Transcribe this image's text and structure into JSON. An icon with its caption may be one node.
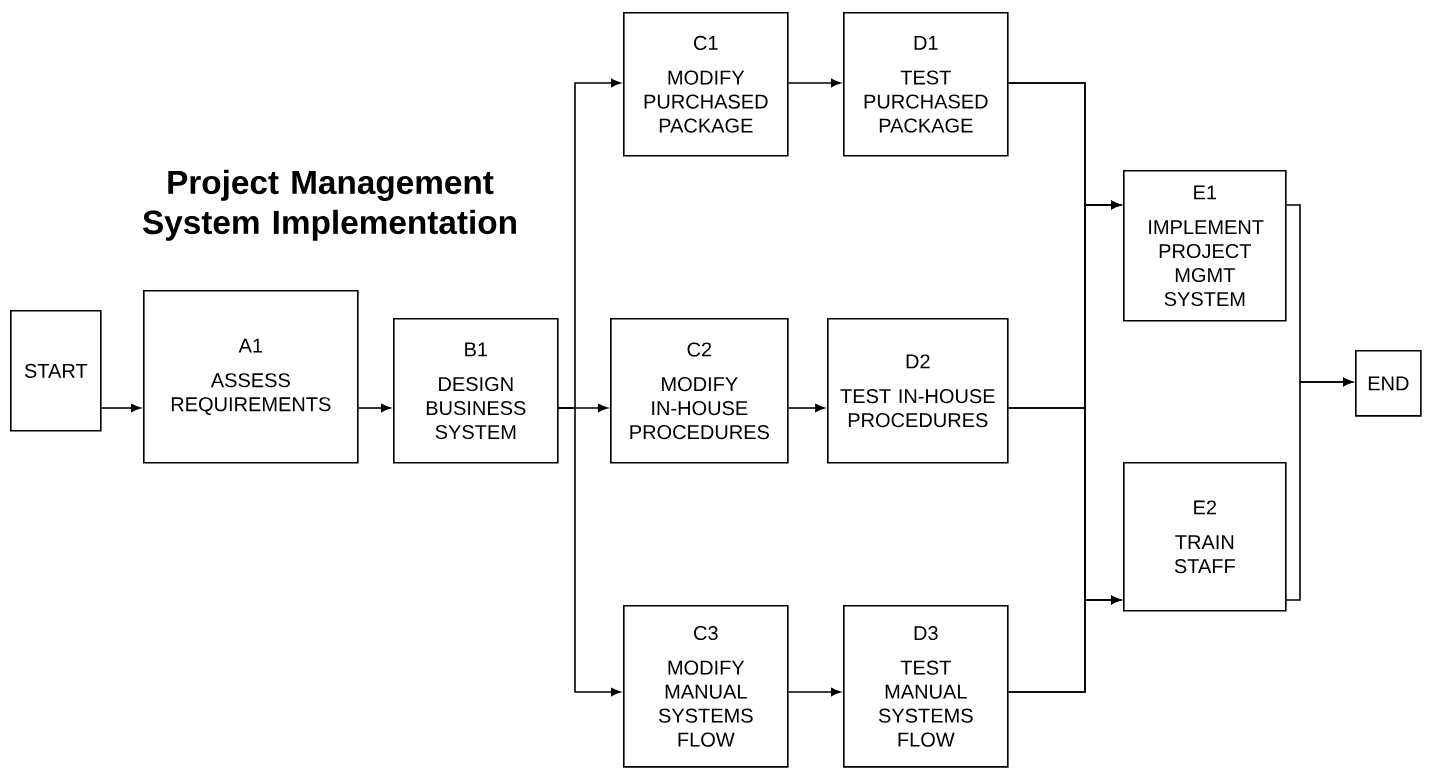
{
  "diagram": {
    "title": "Project Management System Implementation",
    "nodes": [
      {
        "text": [
          "START"
        ]
      },
      {
        "text": [
          "A1",
          "ASSESS REQUIREMENTS"
        ]
      },
      {
        "text": [
          "B1",
          "DESIGN BUSINESS SYSTEM"
        ]
      },
      {
        "text": [
          "C1",
          "MODIFY PURCHASED PACKAGE"
        ]
      },
      {
        "text": [
          "D1",
          "TEST PURCHASED PACKAGE"
        ]
      },
      {
        "text": [
          "C2",
          "MODIFY IN-HOUSE PROCEDURES"
        ]
      },
      {
        "text": [
          "D2",
          "TEST IN-HOUSE PROCEDURES"
        ]
      },
      {
        "text": [
          "C3",
          "MODIFY MANUAL SYSTEMS FLOW"
        ]
      },
      {
        "text": [
          "D3",
          "TEST MANUAL SYSTEMS FLOW"
        ]
      },
      {
        "text": [
          "E1",
          "IMPLEMENT PROJECT MGMT SYSTEM"
        ]
      },
      {
        "text": [
          "E2",
          "TRAIN STAFF"
        ]
      },
      {
        "text": [
          "END"
        ]
      }
    ],
    "edges": [
      {
        "from": 0,
        "to": 1,
        "arrow": "to"
      },
      {
        "from": 1,
        "to": 2,
        "arrow": "to"
      },
      {
        "from": 2,
        "to": 3,
        "arrow": "to"
      },
      {
        "from": 2,
        "to": 5,
        "arrow": "to"
      },
      {
        "from": 2,
        "to": 7,
        "arrow": "to"
      },
      {
        "from": 3,
        "to": 4,
        "arrow": "to"
      },
      {
        "from": 5,
        "to": 6,
        "arrow": "to"
      },
      {
        "from": 7,
        "to": 8,
        "arrow": "to"
      },
      {
        "from": 4,
        "to": 9,
        "arrow": "to"
      },
      {
        "from": 4,
        "to": 10,
        "arrow": "to"
      },
      {
        "from": 6,
        "to": 9,
        "arrow": "to"
      },
      {
        "from": 6,
        "to": 10,
        "arrow": "to"
      },
      {
        "from": 8,
        "to": 9,
        "arrow": "to"
      },
      {
        "from": 8,
        "to": 10,
        "arrow": "to"
      },
      {
        "from": 9,
        "to": 11,
        "arrow": "to"
      },
      {
        "from": 10,
        "to": 11,
        "arrow": "to"
      }
    ]
  }
}
